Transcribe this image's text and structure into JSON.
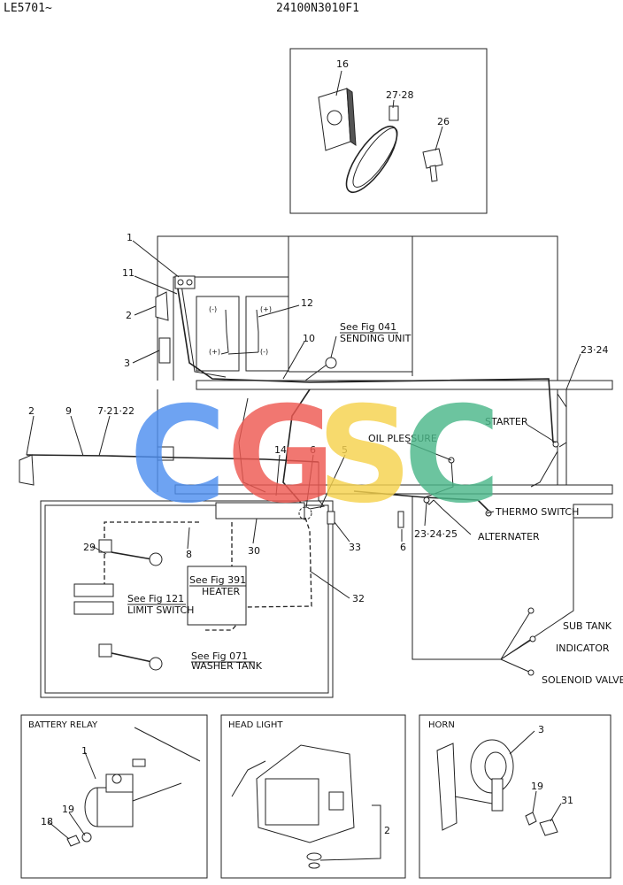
{
  "header": {
    "model": "LE5701~",
    "part_code": "24100N3010F1"
  },
  "watermark": {
    "letters": [
      "C",
      "G",
      "S",
      "C"
    ],
    "colors": [
      "#4f8ff0",
      "#ef5a52",
      "#f6d24e",
      "#4cb88a"
    ]
  },
  "callouts": {
    "n1": "1",
    "n2a": "2",
    "n2b": "2",
    "n3": "3",
    "n5": "5",
    "n6a": "6",
    "n6b": "6",
    "n7": "7·21·22",
    "n8": "8",
    "n9": "9",
    "n10": "10",
    "n11": "11",
    "n12": "12",
    "n14": "14",
    "n16": "16",
    "n2728": "27·28",
    "n26": "26",
    "n2324a": "23·24",
    "n2324b": "23·24·25",
    "n29": "29",
    "n30": "30",
    "n32": "32",
    "n33": "33"
  },
  "references": {
    "sending_see": "See Fig 041",
    "sending_name": "SENDING UNIT",
    "heater_see": "See Fig 391",
    "heater_name": "HEATER",
    "limit_see": "See Fig 121",
    "limit_name": "LIMIT SWITCH",
    "washer_see": "See Fig 071",
    "washer_name": "WASHER TANK"
  },
  "labels": {
    "starter": "STARTER",
    "oil": "OIL PLESSURE",
    "thermo": "THERMO SWITCH",
    "alternater": "ALTERNATER",
    "subtank": "SUB TANK",
    "indicator": "INDICATOR",
    "solenoid": "SOLENOID VALVE",
    "batt_minus": "(-)",
    "batt_plus": "(+)"
  },
  "insets": {
    "battery_relay": {
      "title": "BATTERY RELAY",
      "n1": "1",
      "n19": "19",
      "n18": "18"
    },
    "head_light": {
      "title": "HEAD LIGHT",
      "n2": "2"
    },
    "horn": {
      "title": "HORN",
      "n3": "3",
      "n19": "19",
      "n31": "31"
    }
  }
}
